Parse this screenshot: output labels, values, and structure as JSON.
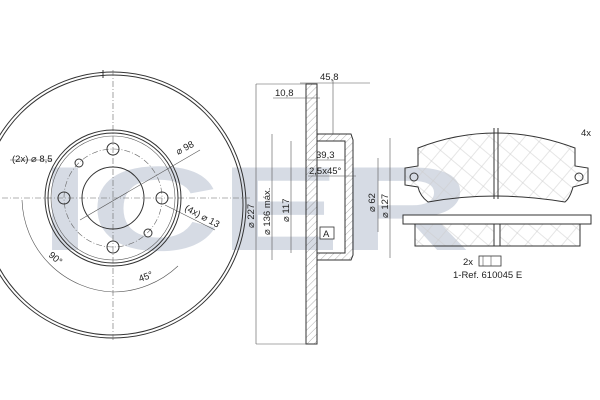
{
  "watermark": "ICER",
  "disc_front": {
    "small_hole_label": "(2x) ⌀ 8,5",
    "pcd_label": "⌀ 98",
    "bolt_hole_label": "(4x) ⌀ 13",
    "angle_90": "90°",
    "angle_45": "45°"
  },
  "disc_section": {
    "total_height": "45,8",
    "thickness": "10,8",
    "hat_depth": "39,3",
    "chamfer": "2,5x45°",
    "outer_diameter": "⌀ 227",
    "max_diameter": "⌀ 136 máx.",
    "inner_diameter": "⌀ 117",
    "center_bore": "⌀ 62",
    "hat_diameter": "⌀ 127",
    "detail_label": "A"
  },
  "pads": {
    "quantity": "4x",
    "clip_quantity": "2x",
    "reference": "1-Ref. 610045 E"
  }
}
